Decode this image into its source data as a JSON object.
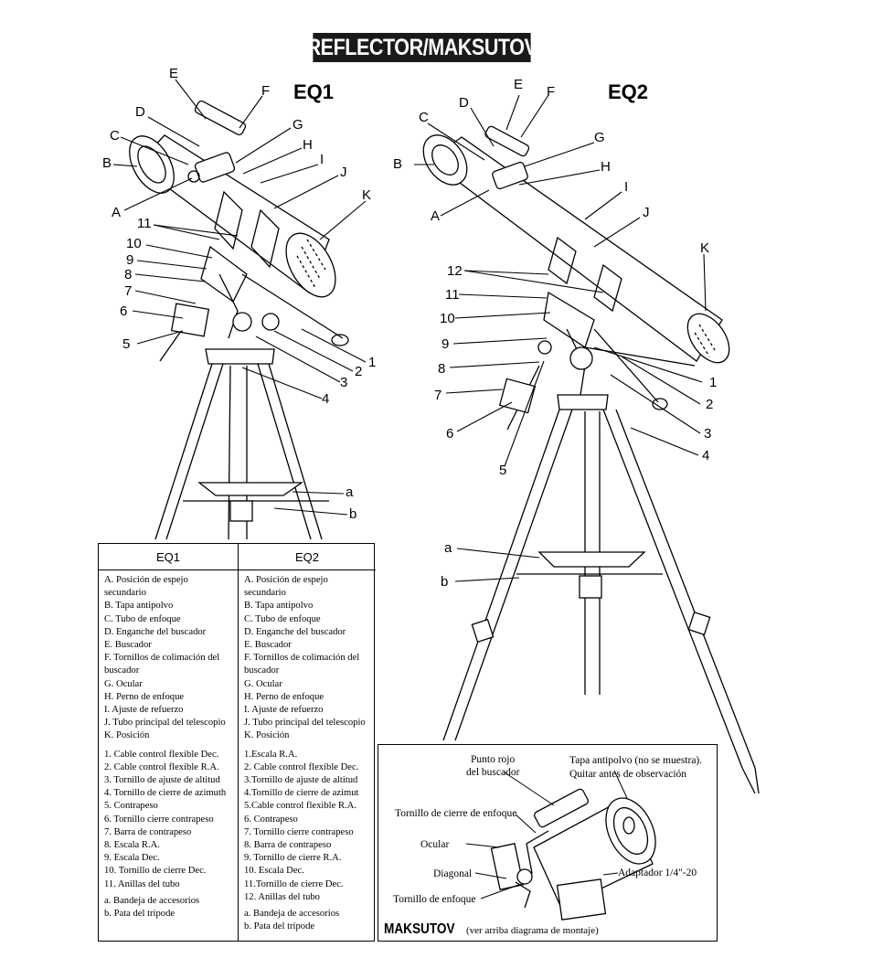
{
  "banner": "REFLECTOR/MAKSUTOV",
  "eq1_title": "EQ1",
  "eq2_title": "EQ2",
  "eq1_callouts": {
    "E": "E",
    "F": "F",
    "D": "D",
    "G": "G",
    "C": "C",
    "H": "H",
    "B": "B",
    "I": "I",
    "J": "J",
    "K": "K",
    "A": "A",
    "n11": "11",
    "n10": "10",
    "n9": "9",
    "n8": "8",
    "n7": "7",
    "n6": "6",
    "n5": "5",
    "n1": "1",
    "n2": "2",
    "n3": "3",
    "n4": "4",
    "a": "a",
    "b": "b"
  },
  "eq2_callouts": {
    "E": "E",
    "F": "F",
    "D": "D",
    "C": "C",
    "G": "G",
    "B": "B",
    "H": "H",
    "A": "A",
    "I": "I",
    "J": "J",
    "K": "K",
    "n12": "12",
    "n11": "11",
    "n10": "10",
    "n9": "9",
    "n8": "8",
    "n7": "7",
    "n6": "6",
    "n5": "5",
    "n1": "1",
    "n2": "2",
    "n3": "3",
    "n4": "4",
    "a": "a",
    "b": "b"
  },
  "legend": {
    "eq1_header": "EQ1",
    "eq2_header": "EQ2",
    "eq1_letters": [
      "A. Posición de espejo",
      "secundario",
      "B. Tapa antipolvo",
      "C. Tubo de enfoque",
      "D. Enganche del buscador",
      "E. Buscador",
      "F. Tornillos de colimación del",
      "buscador",
      "G. Ocular",
      "H. Perno de enfoque",
      "I. Ajuste de refuerzo",
      "J. Tubo principal del telescopio",
      "K. Posición"
    ],
    "eq1_numbers": [
      "1. Cable control flexible Dec.",
      "2. Cable control flexible R.A.",
      "3. Tornillo de ajuste de altitud",
      "4. Tornillo de cierre de azimuth",
      "5. Contrapeso",
      "6. Tornillo cierre contrapeso",
      "7. Barra de contrapeso",
      "8. Escala R.A.",
      "9. Escala Dec.",
      "10. Tornillo de cierre Dec.",
      "11. Anillas del tubo"
    ],
    "eq1_extras": [
      "a. Bandeja de accesorios",
      "b. Pata del trípode"
    ],
    "eq2_letters": [
      "A. Posición de espejo",
      "secundario",
      "B. Tapa antipolvo",
      "C. Tubo de enfoque",
      "D. Enganche del buscador",
      "E. Buscador",
      "F. Tornillos de colimación del",
      "buscador",
      "G. Ocular",
      "H. Perno de enfoque",
      "I. Ajuste de refuerzo",
      "J. Tubo principal del telescopio",
      "K. Posición"
    ],
    "eq2_numbers": [
      "1.Escala R.A.",
      "2. Cable control flexible Dec.",
      "3.Tornillo de ajuste de altitud",
      "4.Tornillo de cierre de azimut",
      "5.Cable control flexible R.A.",
      "6. Contrapeso",
      "7. Tornillo cierre contrapeso",
      "8. Barra de contrapeso",
      "9. Tornillo de cierre R.A.",
      "10. Escala Dec.",
      "11.Tornillo de cierre Dec.",
      "12. Anillas del tubo"
    ],
    "eq2_extras": [
      "a. Bandeja de accesorios",
      "b. Pata del trípode"
    ]
  },
  "maksutov": {
    "red_dot_1": "Punto rojo",
    "red_dot_2": "del buscador",
    "dust_cap_1": "Tapa antipolvo (no se muestra).",
    "dust_cap_2": "Quitar antes de observación",
    "focus_lock": "Tornillo de cierre de enfoque",
    "eyepiece": "Ocular",
    "diagonal": "Diagonal",
    "adapter": "Adaptador 1/4\"-20",
    "focus_knob": "Tornillo de enfoque",
    "title": "MAKSUTOV",
    "subtitle": "(ver arriba diagrama de montaje)"
  }
}
